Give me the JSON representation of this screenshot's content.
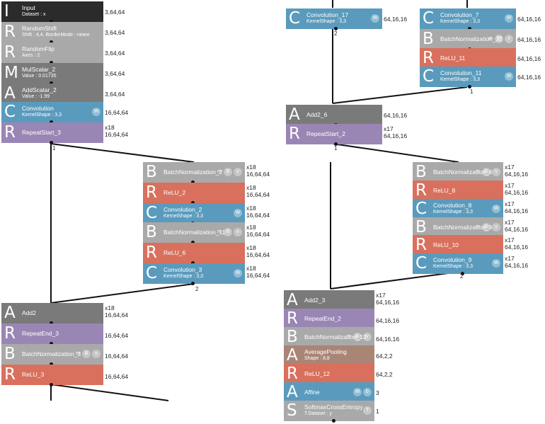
{
  "colors": {
    "input": "#2b2b2b",
    "gray": "#a9a9a9",
    "dark_gray": "#7a7a7a",
    "conv": "#5a9bbd",
    "repeat": "#9a86b4",
    "relu": "#d9705d",
    "pool": "#a98576",
    "wire": "#111111"
  },
  "nodes": [
    {
      "id": "input",
      "letter": "I",
      "title": "Input",
      "sub": "Dataset : x",
      "badges": [],
      "out": "3,64,64",
      "out2": ""
    },
    {
      "id": "randomshift",
      "letter": "R",
      "title": "RandomShift",
      "sub": "Shift : 4,4, BorderMode : neare",
      "badges": [],
      "out": "3,64,64",
      "out2": ""
    },
    {
      "id": "randomflip",
      "letter": "R",
      "title": "RandomFlip",
      "sub": "Axes : 2",
      "badges": [],
      "out": "3,64,64",
      "out2": ""
    },
    {
      "id": "mulscalar2",
      "letter": "M",
      "title": "MulScalar_2",
      "sub": "Value : 0.01735",
      "badges": [],
      "out": "3,64,64",
      "out2": ""
    },
    {
      "id": "addscalar2",
      "letter": "A",
      "title": "AddScalar_2",
      "sub": "Value : -1.99",
      "badges": [],
      "out": "3,64,64",
      "out2": ""
    },
    {
      "id": "convolution",
      "letter": "C",
      "title": "Convolution",
      "sub": "KernelShape : 3,3",
      "badges": [
        "W"
      ],
      "out": "16,64,64",
      "out2": ""
    },
    {
      "id": "repeatstart3",
      "letter": "R",
      "title": "RepeatStart_3",
      "sub": "",
      "badges": [],
      "out": "x18",
      "out2": "16,64,64"
    },
    {
      "id": "bn2",
      "letter": "B",
      "title": "BatchNormalization_2",
      "sub": "",
      "badges": [
        "m",
        "B",
        "v"
      ],
      "out": "x18",
      "out2": "16,64,64"
    },
    {
      "id": "relu2",
      "letter": "R",
      "title": "ReLU_2",
      "sub": "",
      "badges": [],
      "out": "x18",
      "out2": "16,64,64"
    },
    {
      "id": "conv2",
      "letter": "C",
      "title": "Convolution_2",
      "sub": "KernelShape : 3,3",
      "badges": [
        "W"
      ],
      "out": "x18",
      "out2": "16,64,64"
    },
    {
      "id": "bn11",
      "letter": "B",
      "title": "BatchNormalization_11",
      "sub": "",
      "badges": [
        "m",
        "B",
        "v"
      ],
      "out": "x18",
      "out2": "16,64,64"
    },
    {
      "id": "relu6",
      "letter": "R",
      "title": "ReLU_6",
      "sub": "",
      "badges": [],
      "out": "x18",
      "out2": "16,64,64"
    },
    {
      "id": "conv3",
      "letter": "C",
      "title": "Convolution_3",
      "sub": "KernelShape : 3,3",
      "badges": [
        "W"
      ],
      "out": "x18",
      "out2": "16,64,64"
    },
    {
      "id": "add2",
      "letter": "A",
      "title": "Add2",
      "sub": "",
      "badges": [],
      "out": "x18",
      "out2": "16,64,64"
    },
    {
      "id": "repeatend3",
      "letter": "R",
      "title": "RepeatEnd_3",
      "sub": "",
      "badges": [],
      "out": "",
      "out2": "16,64,64"
    },
    {
      "id": "bn3",
      "letter": "B",
      "title": "BatchNormalization_3",
      "sub": "",
      "badges": [
        "m",
        "B",
        "v"
      ],
      "out": "",
      "out2": "16,64,64"
    },
    {
      "id": "relu3",
      "letter": "R",
      "title": "ReLU_3",
      "sub": "",
      "badges": [],
      "out": "",
      "out2": "16,64,64"
    },
    {
      "id": "conv17",
      "letter": "C",
      "title": "Convolution_17",
      "sub": "KernelShape : 3,3",
      "badges": [
        "W"
      ],
      "out": "64,16,16",
      "out2": ""
    },
    {
      "id": "conv7",
      "letter": "C",
      "title": "Convolution_7",
      "sub": "KernelShape : 3,3",
      "badges": [
        "W"
      ],
      "out": "64,16,16",
      "out2": ""
    },
    {
      "id": "bn12",
      "letter": "B",
      "title": "BatchNormalization_12",
      "sub": "",
      "badges": [
        "m",
        "B",
        "v"
      ],
      "out": "64,16,16",
      "out2": ""
    },
    {
      "id": "relu11",
      "letter": "R",
      "title": "ReLU_11",
      "sub": "",
      "badges": [],
      "out": "64,16,16",
      "out2": ""
    },
    {
      "id": "conv11",
      "letter": "C",
      "title": "Convolution_11",
      "sub": "KernelShape : 3,3",
      "badges": [
        "W"
      ],
      "out": "64,16,16",
      "out2": ""
    },
    {
      "id": "add26",
      "letter": "A",
      "title": "Add2_6",
      "sub": "",
      "badges": [],
      "out": "64,16,16",
      "out2": ""
    },
    {
      "id": "repeatstart2",
      "letter": "R",
      "title": "RepeatStart_2",
      "sub": "",
      "badges": [],
      "out": "x17",
      "out2": "64,16,16"
    },
    {
      "id": "bn8",
      "letter": "B",
      "title": "BatchNormalization_8",
      "sub": "",
      "badges": [
        "m",
        "B",
        "v"
      ],
      "out": "x17",
      "out2": "64,16,16"
    },
    {
      "id": "relu8",
      "letter": "R",
      "title": "ReLU_8",
      "sub": "",
      "badges": [],
      "out": "x17",
      "out2": "64,16,16"
    },
    {
      "id": "conv8",
      "letter": "C",
      "title": "Convolution_8",
      "sub": "KernelShape : 3,3",
      "badges": [
        "W"
      ],
      "out": "x17",
      "out2": "64,16,16"
    },
    {
      "id": "bn9",
      "letter": "B",
      "title": "BatchNormalization_9",
      "sub": "",
      "badges": [
        "m",
        "B",
        "v"
      ],
      "out": "x17",
      "out2": "64,16,16"
    },
    {
      "id": "relu10",
      "letter": "R",
      "title": "ReLU_10",
      "sub": "",
      "badges": [],
      "out": "x17",
      "out2": "64,16,16"
    },
    {
      "id": "conv9",
      "letter": "C",
      "title": "Convolution_9",
      "sub": "KernelShape : 3,3",
      "badges": [
        "W"
      ],
      "out": "x17",
      "out2": "64,16,16"
    },
    {
      "id": "add23",
      "letter": "A",
      "title": "Add2_3",
      "sub": "",
      "badges": [],
      "out": "x17",
      "out2": "64,16,16"
    },
    {
      "id": "repeatend2",
      "letter": "R",
      "title": "RepeatEnd_2",
      "sub": "",
      "badges": [],
      "out": "",
      "out2": "64,16,16"
    },
    {
      "id": "bn13",
      "letter": "B",
      "title": "BatchNormalization_13",
      "sub": "",
      "badges": [
        "m",
        "B",
        "v"
      ],
      "out": "",
      "out2": "64,16,16"
    },
    {
      "id": "avgpool",
      "letter": "A",
      "title": "AveragePooling",
      "sub": "Shape : 8,8",
      "badges": [],
      "out": "64,2,2",
      "out2": ""
    },
    {
      "id": "relu12",
      "letter": "R",
      "title": "ReLU_12",
      "sub": "",
      "badges": [],
      "out": "64,2,2",
      "out2": ""
    },
    {
      "id": "affine",
      "letter": "A",
      "title": "Affine",
      "sub": "",
      "badges": [
        "W",
        "b"
      ],
      "out": "3",
      "out2": ""
    },
    {
      "id": "softmaxce",
      "letter": "S",
      "title": "SoftmaxCrossEntropy",
      "sub": "T.Dataset : y",
      "badges": [
        "T"
      ],
      "out": "1",
      "out2": ""
    }
  ],
  "connection_labels": [
    "1",
    "2",
    "2",
    "1",
    "1",
    "2"
  ]
}
